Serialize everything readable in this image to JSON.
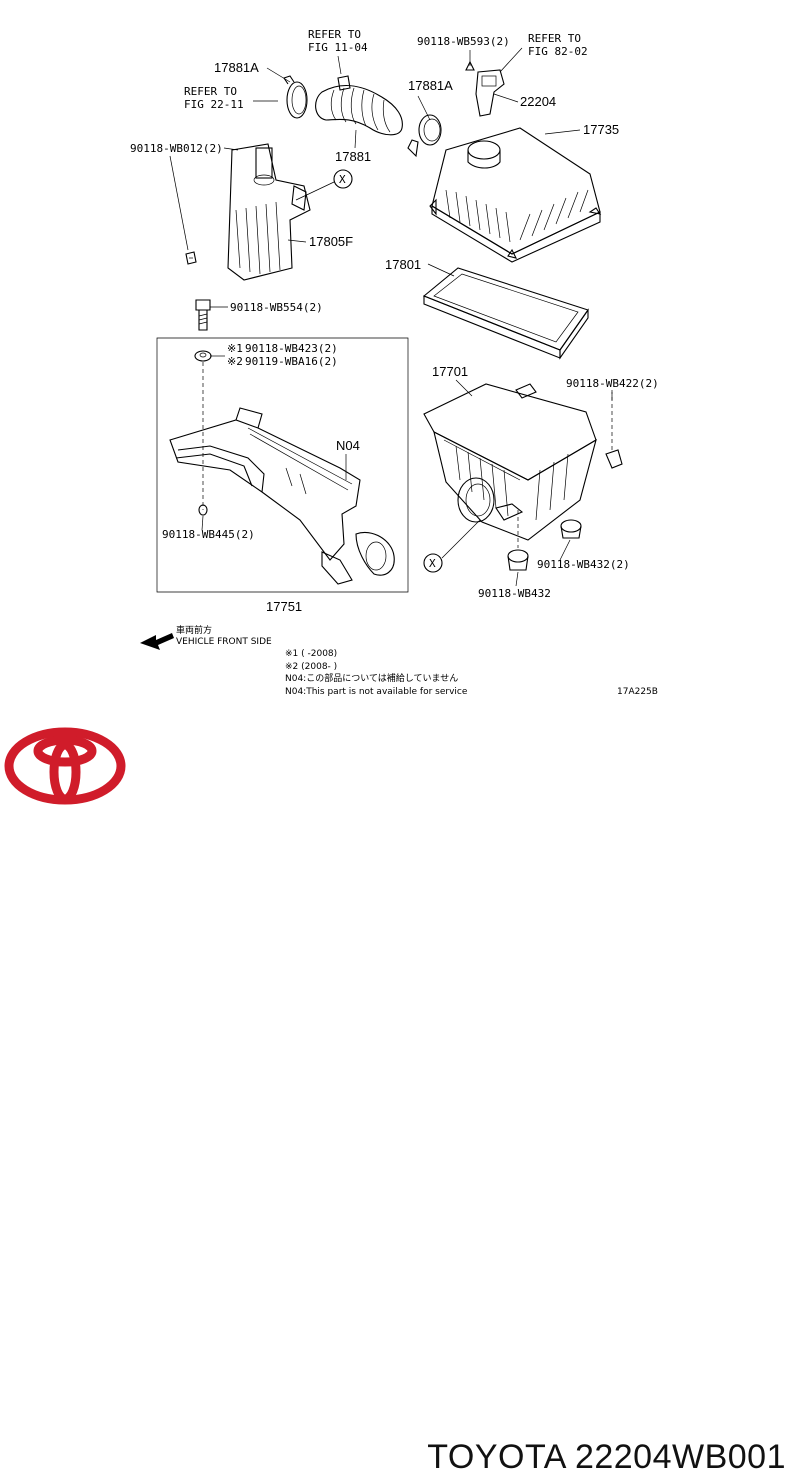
{
  "diagram": {
    "part_labels": {
      "p17881A_top": "17881A",
      "p17881A_right": "17881A",
      "p17881": "17881",
      "p22204": "22204",
      "p17735": "17735",
      "p17805F": "17805F",
      "p17801": "17801",
      "p17701": "17701",
      "pN04": "N04",
      "p17751": "17751"
    },
    "bolt_labels": {
      "b593": "90118-WB593(2)",
      "b012": "90118-WB012(2)",
      "b554": "90118-WB554(2)",
      "b423": "90118-WB423(2)",
      "b16": "90119-WBA16(2)",
      "b422": "90118-WB422(2)",
      "b445": "90118-WB445(2)",
      "b432a": "90118-WB432(2)",
      "b432b": "90118-WB432"
    },
    "marks": {
      "m1": "※1",
      "m2": "※2",
      "cross": "X"
    },
    "refer": {
      "r1_line1": "REFER TO",
      "r1_line2": "FIG 11-04",
      "r2_line1": "REFER TO",
      "r2_line2": "FIG 22-11",
      "r3_line1": "REFER TO",
      "r3_line2": "FIG 82-02"
    },
    "direction": {
      "jp": "車両前方",
      "en": "VEHICLE FRONT SIDE"
    },
    "notes": {
      "n1": "※1 (      -2008)",
      "n2": "※2 (2008-      )",
      "n3": "N04:この部品については補給していません",
      "n4": "N04:This part is not available for service"
    },
    "figure_code": "17A225B"
  },
  "footer": {
    "brand": "TOYOTA 22204WB001",
    "logo_icon": "toyota-logo-icon",
    "logo_color": "#d01c2a"
  }
}
